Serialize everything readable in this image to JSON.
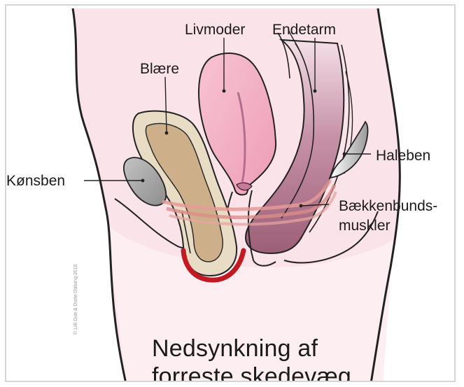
{
  "labels": {
    "livmoder": "Livmoder",
    "endetarm": "Endetarm",
    "blaere": "Blære",
    "haleben": "Haleben",
    "konsben": "Kønsben",
    "baekkenbund_line1": "Bækkenbunds-",
    "baekkenbund_line2": "muskler"
  },
  "caption": {
    "line1": "Nedsynkning af",
    "line2": "forreste skedevæg"
  },
  "copyright": "© Lilli Due & Dorte Dalsing 2016",
  "colors": {
    "skin": "#fbe3ea",
    "skin_line": "#222222",
    "uterus": "#f3a9bf",
    "rectum": "#b67d93",
    "bladder_outer": "#e8dcc4",
    "bladder_inner": "#cdb08a",
    "bone": "#a3a3a3",
    "muscle": "#e59a95",
    "prolapse": "#c21a22"
  }
}
